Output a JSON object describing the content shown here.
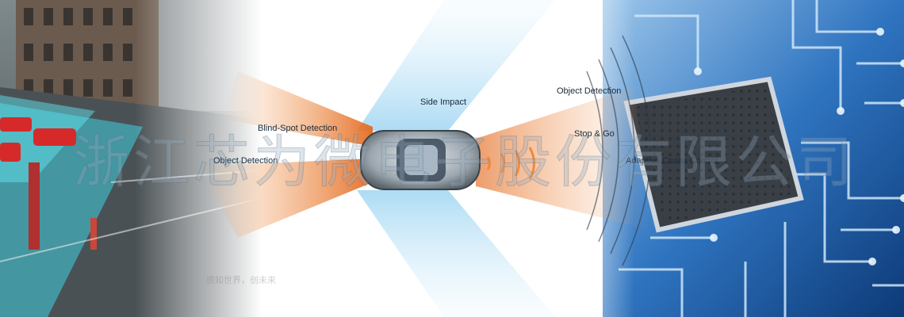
{
  "labels": {
    "side_impact": "Side Impact",
    "blind_spot": "Blind-Spot Detection",
    "object_detection_left": "Object Detection",
    "object_detection_right": "Object Detection",
    "stop_go": "Stop & Go",
    "adaptive_cruise": "Adaptive Cruise Control"
  },
  "watermark": {
    "text": "浙江芯为微电子股份有限公司",
    "icon": "logo-watermark"
  },
  "caption": {
    "text": "感知世界，创未来"
  },
  "colors": {
    "radar_orange": "#f08a3a",
    "sensor_blue": "#9fd6f2",
    "circuit_blue": "#1d5fa8",
    "street_cyan": "#3fd0e0"
  }
}
